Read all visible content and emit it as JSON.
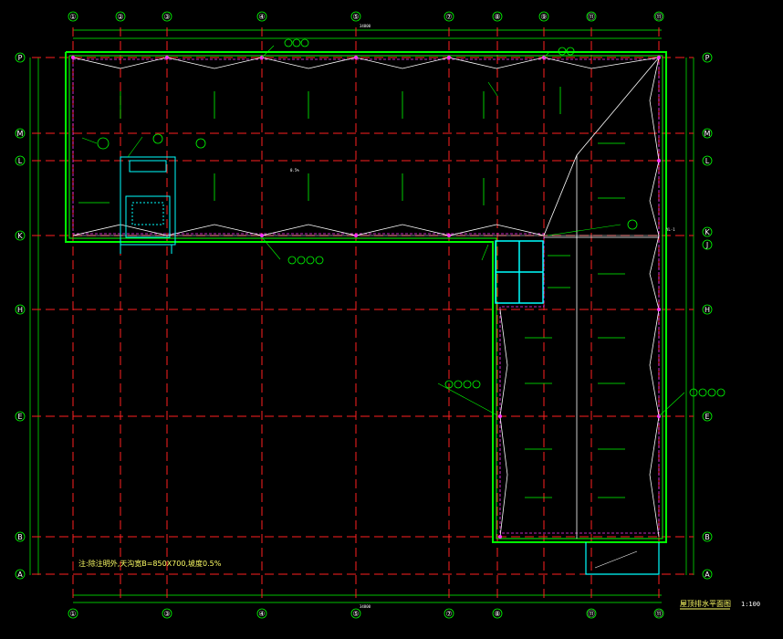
{
  "drawing": {
    "title": "屋顶排水平面图",
    "scale": "1:100",
    "note": "注:除注明外,天沟宽B=850X700,坡度0.5%"
  },
  "grid": {
    "columns": [
      "①",
      "②",
      "③",
      "④",
      "⑤",
      "⑦",
      "⑧",
      "⑨",
      "⑪",
      "⑪"
    ],
    "rows_left": [
      "P",
      "M",
      "L",
      "K",
      "H",
      "E",
      "B",
      "A"
    ],
    "rows_right": [
      "P",
      "M",
      "L",
      "K",
      "J",
      "H",
      "E",
      "B",
      "A"
    ]
  },
  "dimensions": {
    "top_total": "34800",
    "bottom_total": "34800"
  },
  "labels": {
    "slope": "0.5%",
    "downpipe": "YL-1"
  },
  "colors": {
    "background": "#000000",
    "grid_line": "#ff2020",
    "wall": "#00ff00",
    "cyan": "#00ffff",
    "white": "#ffffff",
    "magenta": "#ff33ff",
    "yellow": "#ffff66"
  }
}
